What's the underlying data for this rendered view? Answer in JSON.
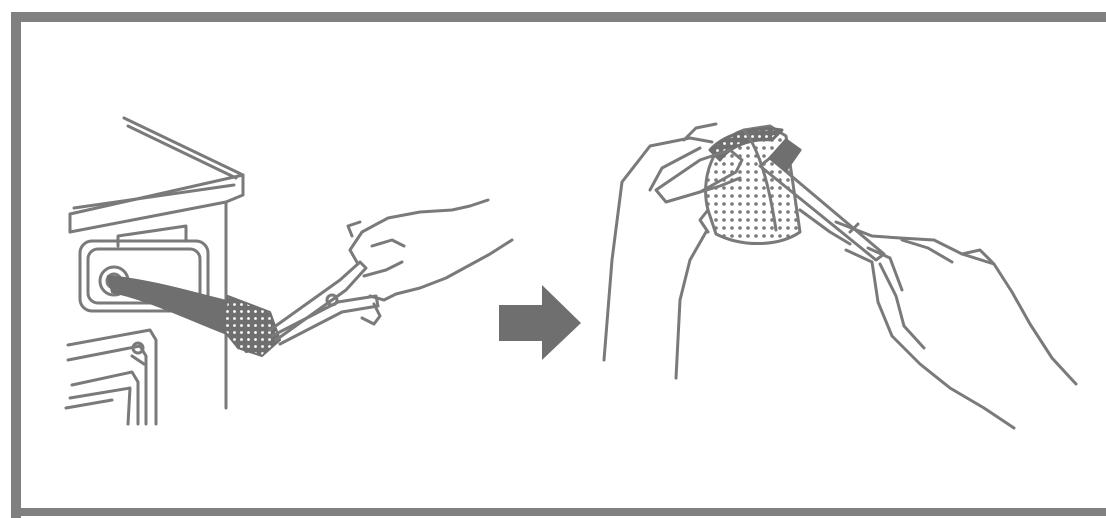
{
  "figure": {
    "panels": [
      {
        "name": "remove-filter",
        "icon": "pliers-pull-filter-illustration"
      },
      {
        "name": "clean-filter",
        "icon": "hands-brush-filter-illustration"
      }
    ],
    "step_arrow_icon": "right-arrow-icon",
    "colors": {
      "frame": "#808080",
      "line": "#7a7a7a",
      "fill": "#6f6f6f",
      "arrow": "#6f6f6f",
      "background": "#ffffff"
    }
  }
}
